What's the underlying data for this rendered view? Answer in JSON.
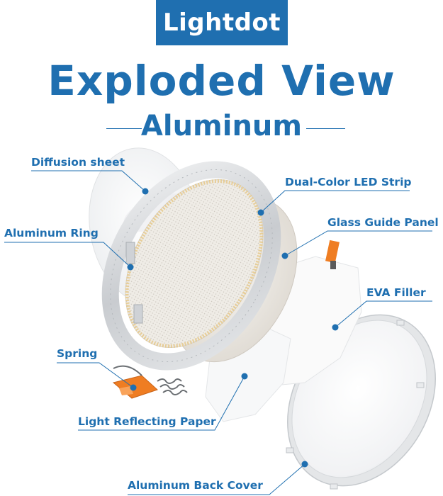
{
  "brand": "Lightdot",
  "title": "Exploded View",
  "subtitle": "Aluminum",
  "accent_color": "#1f6fb0",
  "labels": {
    "diffusion_sheet": "Diffusion sheet",
    "dual_color_led_strip": "Dual-Color LED Strip",
    "aluminum_ring": "Aluminum Ring",
    "glass_guide_panel": "Glass Guide Panel",
    "eva_filler": "EVA Filler",
    "spring": "Spring",
    "light_reflecting_paper": "Light Reflecting Paper",
    "aluminum_back_cover": "Aluminum Back Cover"
  }
}
